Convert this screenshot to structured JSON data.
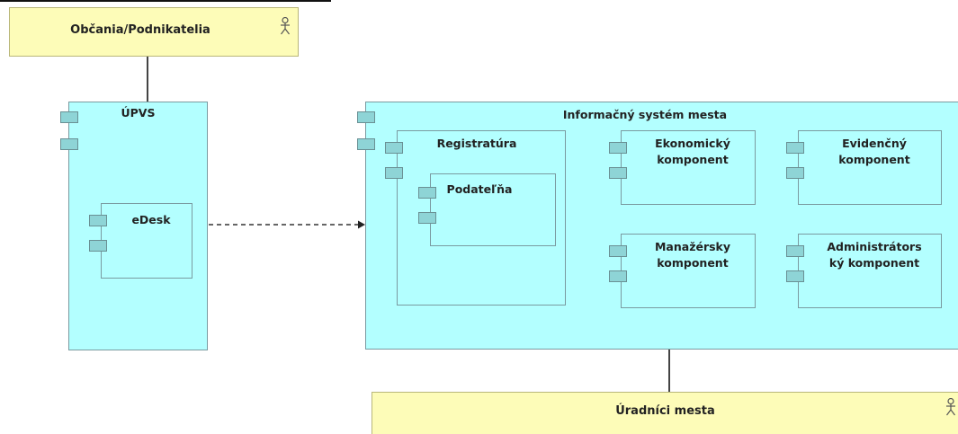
{
  "actors": {
    "citizens": "Občania/Podnikatelia",
    "officials": "Úradníci mesta"
  },
  "systems": {
    "upvs": {
      "title": "ÚPVS",
      "edesk": "eDesk"
    },
    "city": {
      "title": "Informačný systém mesta",
      "registratura": "Registratúra",
      "podatelna": "Podateľňa",
      "ekonomicky": [
        "Ekonomický",
        "komponent"
      ],
      "evidencny": [
        "Evidenčný",
        "komponent"
      ],
      "manazersky": [
        "Manažérsky",
        "komponent"
      ],
      "administratorsky": [
        "Administrátors",
        "ký komponent"
      ]
    }
  },
  "colors": {
    "actor_fill": "#fdfcb8",
    "component_fill": "#b3ffff"
  }
}
